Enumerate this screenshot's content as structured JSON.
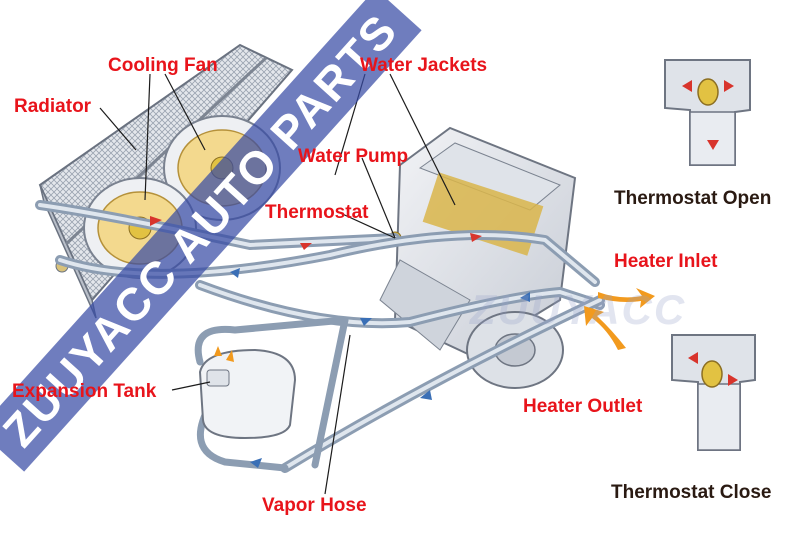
{
  "labels": {
    "cooling_fan": "Cooling Fan",
    "water_jackets": "Water Jackets",
    "radiator": "Radiator",
    "water_pump": "Water Pump",
    "thermostat": "Thermostat",
    "heater_inlet": "Heater Inlet",
    "heater_outlet": "Heater Outlet",
    "expansion_tank": "Expansion Tank",
    "vapor_hose": "Vapor Hose",
    "thermostat_open": "Thermostat Open",
    "thermostat_close": "Thermostat Close"
  },
  "watermark": {
    "diagonal": "ZUUYACC AUTO PARTS",
    "side": "ZUUYACC"
  },
  "colors": {
    "label_red": "#e8141b",
    "label_dark": "#2a1a12",
    "hose": "#8c9db2",
    "flow_arrow_red": "#d8342c",
    "flow_arrow_blue": "#3a6fb6",
    "hot_flow": "#f29a1e"
  }
}
